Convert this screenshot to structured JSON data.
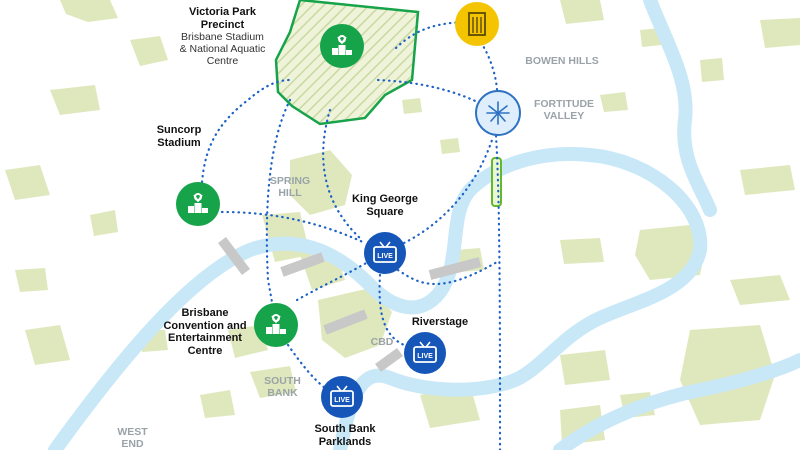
{
  "colors": {
    "river": "#c8e8f8",
    "parkland": "#dfe8bd",
    "route": "#1c61c6",
    "venue_green": "#16a34a",
    "live_blue": "#1656b8",
    "precinct_outline": "#17a34a",
    "tower_yellow": "#f5c400",
    "suburb_grey": "#9aa3a8",
    "bridge_grey": "#c8c8c8"
  },
  "venues": {
    "victoria_park": {
      "title_line1": "Victoria Park",
      "title_line2": "Precinct",
      "sub_line1": "Brisbane Stadium",
      "sub_line2": "& National Aquatic",
      "sub_line3": "Centre",
      "icon": "stadium-podium-icon"
    },
    "suncorp": {
      "title_line1": "Suncorp",
      "title_line2": "Stadium",
      "icon": "stadium-podium-icon"
    },
    "king_george": {
      "title_line1": "King George",
      "title_line2": "Square",
      "icon": "live-tv-icon"
    },
    "convention": {
      "title_line1": "Brisbane",
      "title_line2": "Convention and",
      "title_line3": "Entertainment",
      "title_line4": "Centre",
      "icon": "stadium-podium-icon"
    },
    "riverstage": {
      "title": "Riverstage",
      "icon": "live-tv-icon"
    },
    "south_bank": {
      "title_line1": "South Bank",
      "title_line2": "Parklands",
      "icon": "live-tv-icon"
    },
    "bowen_hills_tower": {
      "icon": "building-icon"
    },
    "fortitude_valley_hub": {
      "icon": "fireworks-icon"
    }
  },
  "live_badge": "LIVE",
  "suburbs": {
    "bowen_hills": "BOWEN HILLS",
    "fortitude_line1": "FORTITUDE",
    "fortitude_line2": "VALLEY",
    "spring_line1": "SPRING",
    "spring_line2": "HILL",
    "cbd": "CBD",
    "south_bank_line1": "SOUTH",
    "south_bank_line2": "BANK",
    "west_end_line1": "WEST",
    "west_end_line2": "END"
  }
}
